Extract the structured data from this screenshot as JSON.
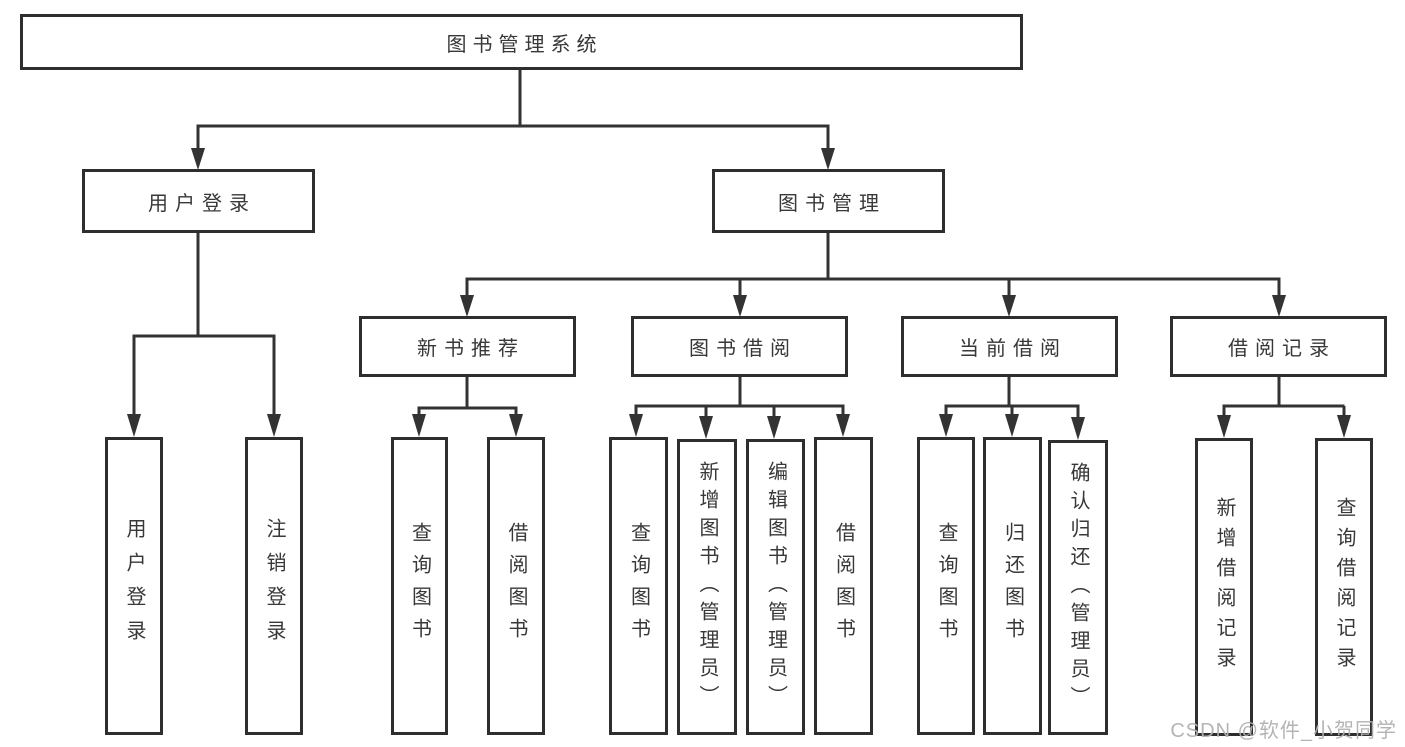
{
  "diagram": {
    "root": {
      "label": "图书管理系统"
    },
    "level2": [
      {
        "label": "用户登录"
      },
      {
        "label": "图书管理"
      }
    ],
    "level3": [
      {
        "label": "新书推荐"
      },
      {
        "label": "图书借阅"
      },
      {
        "label": "当前借阅"
      },
      {
        "label": "借阅记录"
      }
    ],
    "leaves": {
      "user_login": [
        {
          "label": "用户登录"
        },
        {
          "label": "注销登录"
        }
      ],
      "new_books": [
        {
          "label": "查询图书"
        },
        {
          "label": "借阅图书"
        }
      ],
      "book_borrow": [
        {
          "label": "查询图书"
        },
        {
          "label": "新增图书（管理员）"
        },
        {
          "label": "编辑图书（管理员）"
        },
        {
          "label": "借阅图书"
        }
      ],
      "current_borrow": [
        {
          "label": "查询图书"
        },
        {
          "label": "归还图书"
        },
        {
          "label": "确认归还（管理员）"
        }
      ],
      "borrow_records": [
        {
          "label": "新增借阅记录"
        },
        {
          "label": "查询借阅记录"
        }
      ]
    }
  },
  "watermark": {
    "text": "CSDN @软件_小贺同学"
  },
  "colors": {
    "line": "#333333",
    "box_border": "#2e2e2e",
    "box_fill": "#ffffff",
    "text": "#383838",
    "watermark": "#b0b0b0",
    "background": "#ffffff"
  }
}
